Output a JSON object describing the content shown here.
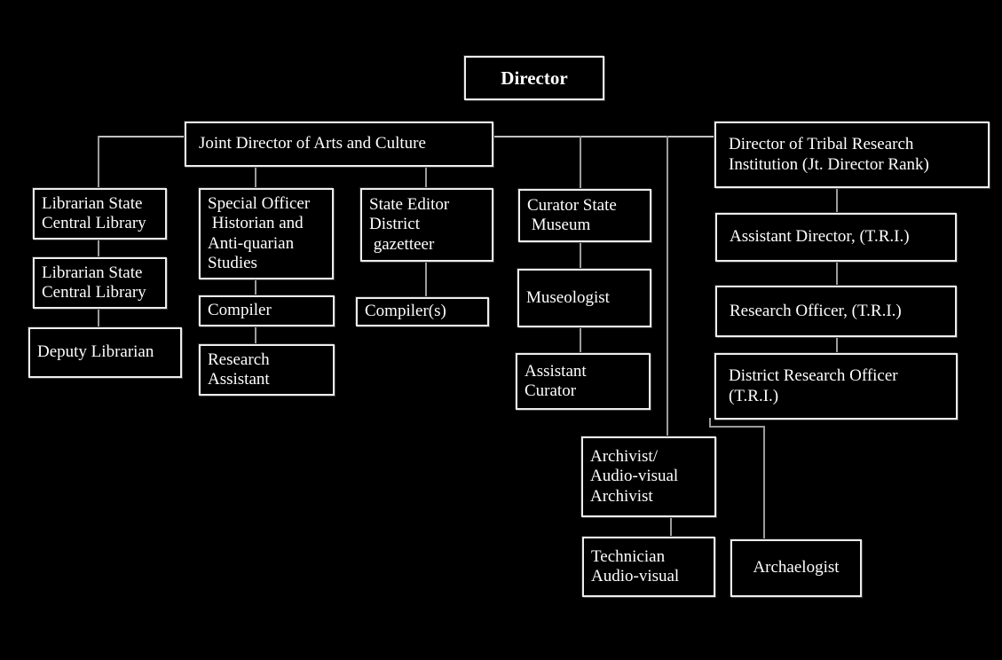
{
  "colors": {
    "background": "#000000",
    "node_fill": "#000000",
    "node_border": "#ededed",
    "text": "#ffffff",
    "connector": "#9c9c9c"
  },
  "nodes": [
    {
      "id": "director",
      "label": "Director"
    },
    {
      "id": "joint-director-arts-culture",
      "label": "Joint Director of Arts and Culture"
    },
    {
      "id": "tribal-research-director",
      "label": "Director of Tribal Research\nInstitution (Jt. Director Rank)"
    },
    {
      "id": "librarian-state-central-1",
      "label": "Librarian State\nCentral Library"
    },
    {
      "id": "librarian-state-central-2",
      "label": "Librarian State\nCentral Library"
    },
    {
      "id": "deputy-librarian",
      "label": "Deputy Librarian"
    },
    {
      "id": "special-officer-historian",
      "label": "Special Officer\n Historian and\nAnti-quarian\nStudies"
    },
    {
      "id": "compiler",
      "label": "Compiler"
    },
    {
      "id": "research-assistant",
      "label": "Research\nAssistant"
    },
    {
      "id": "state-editor-gazetteer",
      "label": "State Editor\nDistrict\n gazetteer"
    },
    {
      "id": "compilers",
      "label": "Compiler(s)"
    },
    {
      "id": "curator-state-museum",
      "label": "Curator State\n Museum"
    },
    {
      "id": "museologist",
      "label": "Museologist"
    },
    {
      "id": "assistant-curator",
      "label": "Assistant\nCurator"
    },
    {
      "id": "archivist-audio-visual",
      "label": "Archivist/\nAudio-visual\nArchivist"
    },
    {
      "id": "technician-audio-visual",
      "label": "Technician\nAudio-visual"
    },
    {
      "id": "archaelogist",
      "label": "Archaelogist"
    },
    {
      "id": "assistant-director-tri",
      "label": "Assistant Director, (T.R.I.)"
    },
    {
      "id": "research-officer-tri",
      "label": "Research Officer, (T.R.I.)"
    },
    {
      "id": "district-research-officer-tri",
      "label": "District Research Officer\n(T.R.I.)"
    }
  ],
  "edges": [
    [
      "joint-director-arts-culture",
      "librarian-state-central-1"
    ],
    [
      "joint-director-arts-culture",
      "special-officer-historian"
    ],
    [
      "joint-director-arts-culture",
      "state-editor-gazetteer"
    ],
    [
      "joint-director-arts-culture",
      "curator-state-museum"
    ],
    [
      "joint-director-arts-culture",
      "archivist-audio-visual"
    ],
    [
      "joint-director-arts-culture",
      "tribal-research-director"
    ],
    [
      "librarian-state-central-1",
      "librarian-state-central-2"
    ],
    [
      "librarian-state-central-2",
      "deputy-librarian"
    ],
    [
      "special-officer-historian",
      "compiler"
    ],
    [
      "compiler",
      "research-assistant"
    ],
    [
      "state-editor-gazetteer",
      "compilers"
    ],
    [
      "curator-state-museum",
      "museologist"
    ],
    [
      "museologist",
      "assistant-curator"
    ],
    [
      "archivist-audio-visual",
      "technician-audio-visual"
    ],
    [
      "tribal-research-director",
      "assistant-director-tri"
    ],
    [
      "assistant-director-tri",
      "research-officer-tri"
    ],
    [
      "research-officer-tri",
      "district-research-officer-tri"
    ],
    [
      "district-research-officer-tri",
      "archaelogist"
    ]
  ]
}
